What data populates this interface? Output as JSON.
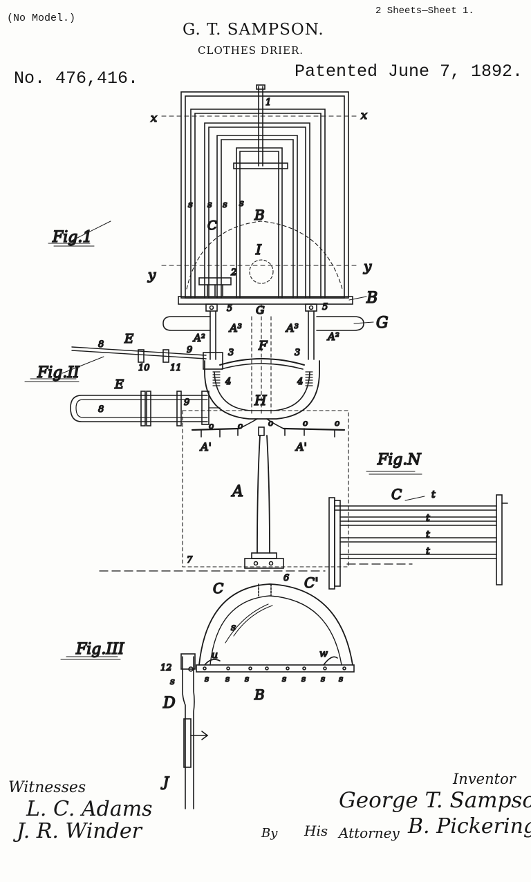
{
  "header": {
    "no_model": "(No Model.)",
    "sheets": "2 Sheets—Sheet 1.",
    "inventor_name": "G. T. SAMPSON.",
    "title": "CLOTHES DRIER.",
    "patent_number": "No. 476,416.",
    "patent_date": "Patented June 7, 1892."
  },
  "figures": {
    "fig1": "Fig.1",
    "fig2": "Fig.II",
    "fig3": "Fig.III",
    "fig4": "Fig.N"
  },
  "labels": {
    "x": "x",
    "y": "y",
    "A": "A",
    "A1": "A'",
    "A2": "A²",
    "A3": "A³",
    "B": "B",
    "C": "C",
    "C1": "C'",
    "D": "D",
    "E": "E",
    "F": "F",
    "G": "G",
    "H": "H",
    "I": "I",
    "J": "J",
    "s": "s",
    "t": "t",
    "u": "u",
    "w": "w",
    "o": "o",
    "n1": "1",
    "n2": "2",
    "n3": "3",
    "n4": "4",
    "n5": "5",
    "n6": "6",
    "n7": "7",
    "n8": "8",
    "n9": "9",
    "n10": "10",
    "n11": "11",
    "n12": "12"
  },
  "footer": {
    "witnesses_label": "Witnesses",
    "witness_1": "L. C. Adams",
    "witness_2": "J. R. Winder",
    "inventor_label": "Inventor",
    "inventor_signature": "George T. Sampson",
    "by_label": "By",
    "his_label": "His",
    "attorney_label": "Attorney",
    "attorney_signature": "B. Pickering"
  }
}
